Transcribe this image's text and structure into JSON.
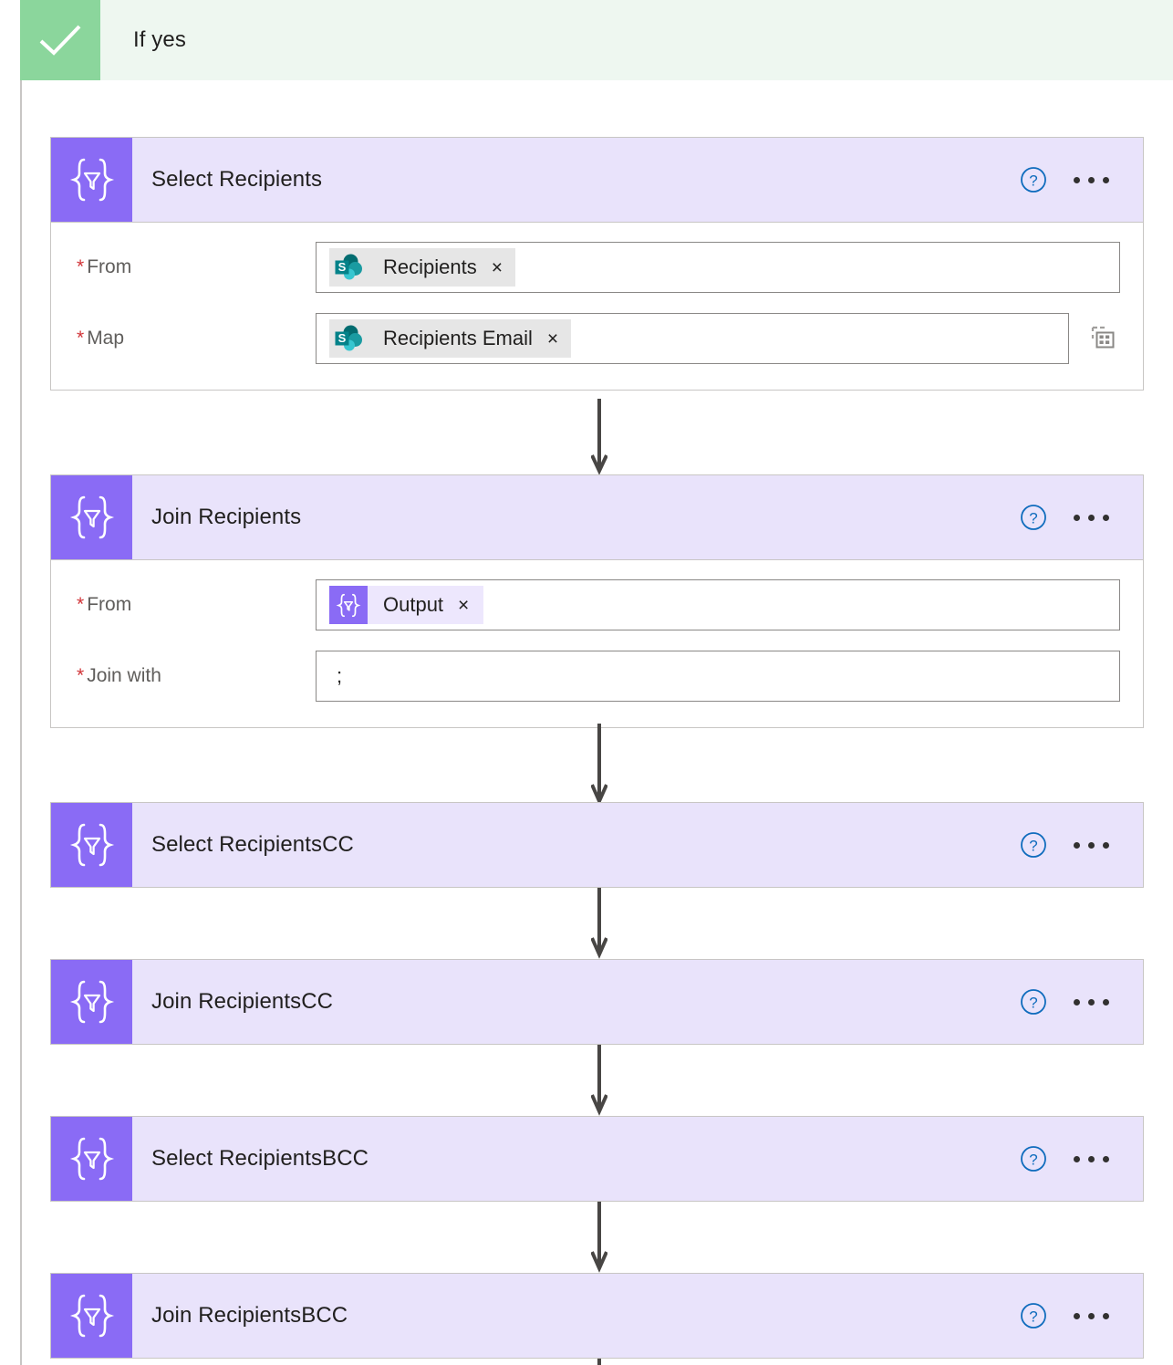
{
  "scope": {
    "title": "If yes",
    "icon": "check-icon",
    "icon_color": "#8BD69C",
    "background": "#EEF7F0"
  },
  "theme": {
    "action_icon_color": "#8A6BF5",
    "action_header_background": "#E9E3FB",
    "help_icon_color": "#0F6CBD",
    "required_star_color": "#D13438",
    "connector_color": "#484644",
    "border_color": "#C8C6C4"
  },
  "actions": [
    {
      "id": "select-recipients",
      "title": "Select Recipients",
      "icon": "data-operation-icon",
      "expanded": true,
      "help_label": "?",
      "fields": [
        {
          "label": "From",
          "required": true,
          "required_mark": "*",
          "type": "token",
          "token": {
            "icon": "sharepoint-icon",
            "label": "Recipients",
            "remove": "×"
          },
          "has_grid_toggle": false
        },
        {
          "label": "Map",
          "required": true,
          "required_mark": "*",
          "type": "token",
          "token": {
            "icon": "sharepoint-icon",
            "label": "Recipients Email",
            "remove": "×"
          },
          "has_grid_toggle": true,
          "grid_toggle_icon": "switch-to-text-mode-icon"
        }
      ]
    },
    {
      "id": "join-recipients",
      "title": "Join Recipients",
      "icon": "data-operation-icon",
      "expanded": true,
      "help_label": "?",
      "fields": [
        {
          "label": "From",
          "required": true,
          "required_mark": "*",
          "type": "token",
          "token": {
            "icon": "data-operation-icon",
            "label": "Output",
            "remove": "×"
          },
          "has_grid_toggle": false
        },
        {
          "label": "Join with",
          "required": true,
          "required_mark": "*",
          "type": "text",
          "value": ";",
          "placeholder": "",
          "has_grid_toggle": false
        }
      ]
    },
    {
      "id": "select-recipientscc",
      "title": "Select RecipientsCC",
      "icon": "data-operation-icon",
      "expanded": false,
      "help_label": "?"
    },
    {
      "id": "join-recipientscc",
      "title": "Join RecipientsCC",
      "icon": "data-operation-icon",
      "expanded": false,
      "help_label": "?"
    },
    {
      "id": "select-recipientsbcc",
      "title": "Select RecipientsBCC",
      "icon": "data-operation-icon",
      "expanded": false,
      "help_label": "?"
    },
    {
      "id": "join-recipientsbcc",
      "title": "Join RecipientsBCC",
      "icon": "data-operation-icon",
      "expanded": false,
      "help_label": "?"
    }
  ]
}
